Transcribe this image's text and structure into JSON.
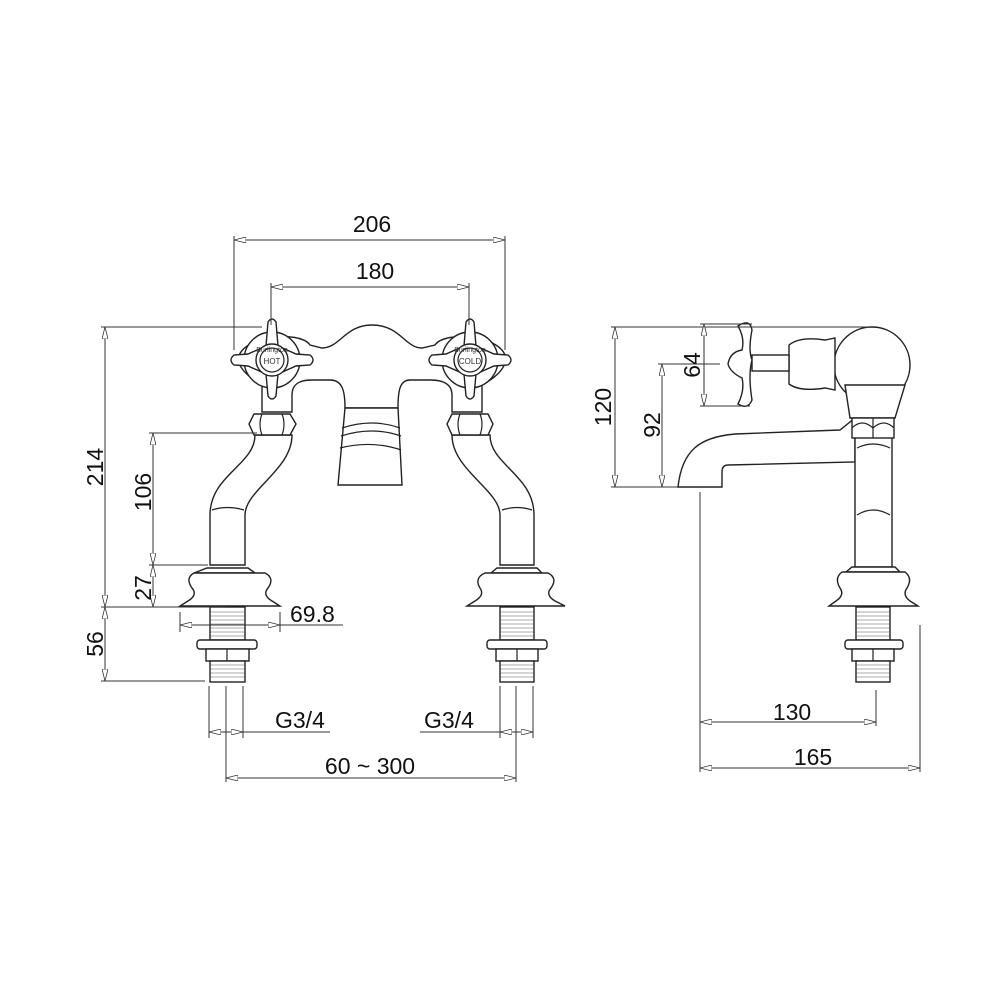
{
  "drawing": {
    "front_view": {
      "dimensions": {
        "overall_width": "206",
        "handle_centres": "180",
        "overall_height": "214",
        "spout_height": "106",
        "flange_height": "27",
        "tail_length": "56",
        "flange_diameter": "69.8",
        "inlet_left": "G3/4",
        "inlet_right": "G3/4",
        "tap_centres": "60 ~ 300"
      },
      "handle_left": {
        "label": "HOT",
        "brand": "Burlington"
      },
      "handle_right": {
        "label": "COLD",
        "brand": "Burlington"
      }
    },
    "side_view": {
      "dimensions": {
        "overall_height": "120",
        "handle_height": "64",
        "spout_height": "92",
        "spout_projection": "130",
        "overall_depth": "165"
      }
    },
    "line_color": "#222222",
    "background": "#ffffff"
  }
}
